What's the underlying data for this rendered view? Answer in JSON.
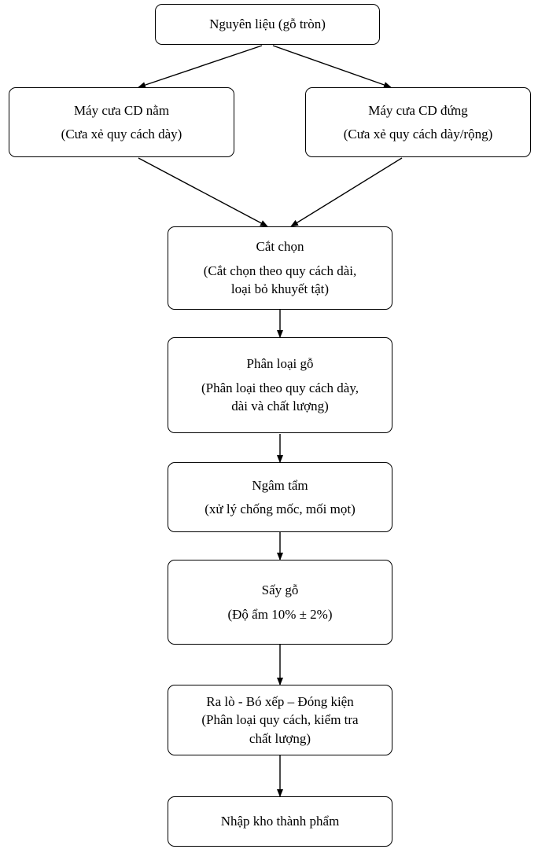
{
  "nodes": {
    "raw_material": {
      "title": "Nguyên liệu (gỗ tròn)"
    },
    "saw_horizontal": {
      "title": "Máy cưa CD nằm",
      "detail": "(Cưa xẻ quy cách dày)"
    },
    "saw_vertical": {
      "title": "Máy cưa CD đứng",
      "detail": "(Cưa xẻ quy cách dày/rộng)"
    },
    "cutting": {
      "title": "Cắt chọn",
      "detail_lines": [
        "(Cắt chọn theo quy cách dài,",
        "loại bỏ khuyết tật)"
      ]
    },
    "sorting": {
      "title": "Phân loại gỗ",
      "detail_lines": [
        "(Phân loại theo quy cách dày,",
        "dài và chất lượng)"
      ]
    },
    "soaking": {
      "title": "Ngâm tẩm",
      "detail": "(xử lý chống mốc, mối mọt)"
    },
    "drying": {
      "title": "Sấy gỗ",
      "detail": "(Độ ẩm 10% ± 2%)"
    },
    "packing": {
      "title": "Ra lò - Bó xếp – Đóng kiện",
      "detail_lines": [
        "(Phân loại quy cách, kiểm tra",
        "chất lượng)"
      ]
    },
    "warehouse": {
      "title": "Nhập kho thành phẩm"
    }
  }
}
